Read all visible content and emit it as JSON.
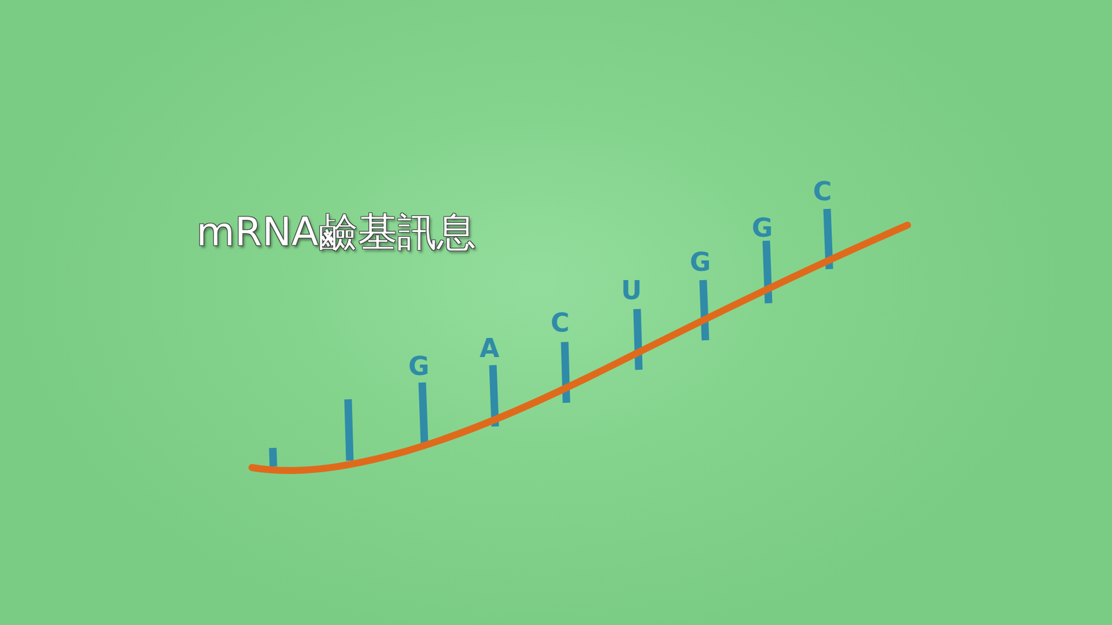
{
  "diagram": {
    "title": "mRNA鹼基訊息",
    "labels": [
      "G",
      "A",
      "C",
      "U",
      "G",
      "G",
      "C"
    ]
  }
}
